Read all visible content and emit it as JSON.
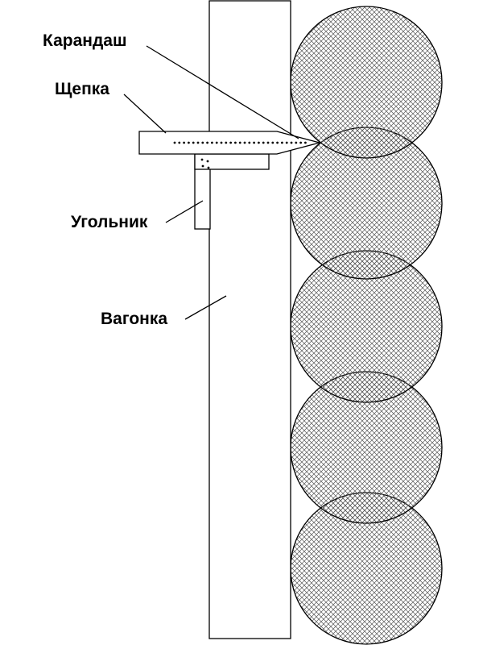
{
  "labels": {
    "pencil": "Карандаш",
    "chip": "Щепка",
    "square": "Угольник",
    "board": "Вагонка"
  },
  "colors": {
    "stroke": "#000000",
    "background": "#ffffff",
    "log_hatch": "#555555"
  },
  "log_count": 5
}
